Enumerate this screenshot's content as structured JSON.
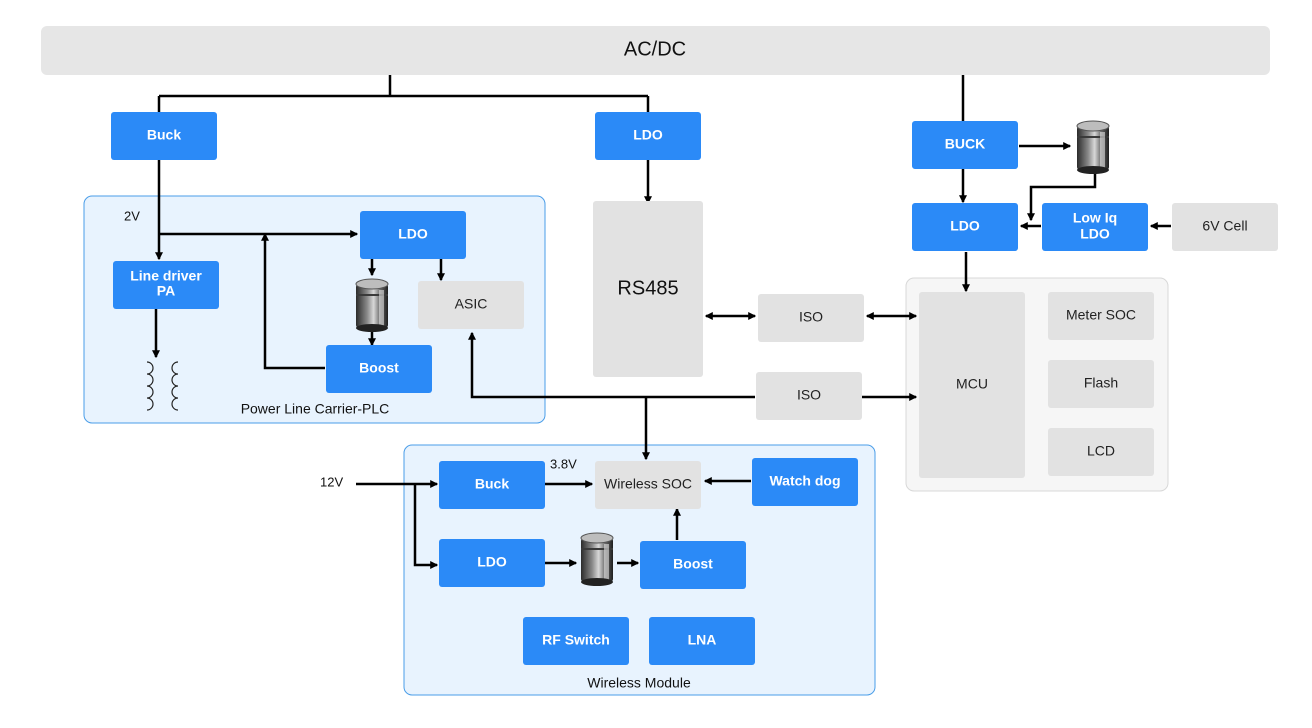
{
  "acdc": "AC/DC",
  "regions": {
    "plc": "Power Line Carrier-PLC",
    "wireless": "Wireless Module"
  },
  "blocks": {
    "buck_top": "Buck",
    "ldo_top": "LDO",
    "buck_right": "BUCK",
    "ldo_right": "LDO",
    "low_iq_ldo_line1": "Low Iq",
    "low_iq_ldo_line2": "LDO",
    "cell_6v": "6V Cell",
    "ldo_plc": "LDO",
    "line_driver_line1": "Line driver",
    "line_driver_line2": "PA",
    "asic": "ASIC",
    "boost_plc": "Boost",
    "rs485": "RS485",
    "iso_1": "ISO",
    "iso_2": "ISO",
    "mcu": "MCU",
    "meter_soc": "Meter SOC",
    "flash": "Flash",
    "lcd": "LCD",
    "buck_wm": "Buck",
    "wireless_soc": "Wireless SOC",
    "watchdog": "Watch dog",
    "ldo_wm": "LDO",
    "boost_wm": "Boost",
    "rf_switch": "RF Switch",
    "lna": "LNA"
  },
  "labels": {
    "v2": "2V",
    "v38": "3.8V",
    "v12": "12V"
  },
  "colors": {
    "block_blue": "#2b8af7",
    "block_gray": "#e2e2e2",
    "region_fill": "#e8f3fe",
    "region_border": "#4a9de8"
  },
  "icons": [
    "capacitor-icon",
    "transformer-coil-icon"
  ]
}
